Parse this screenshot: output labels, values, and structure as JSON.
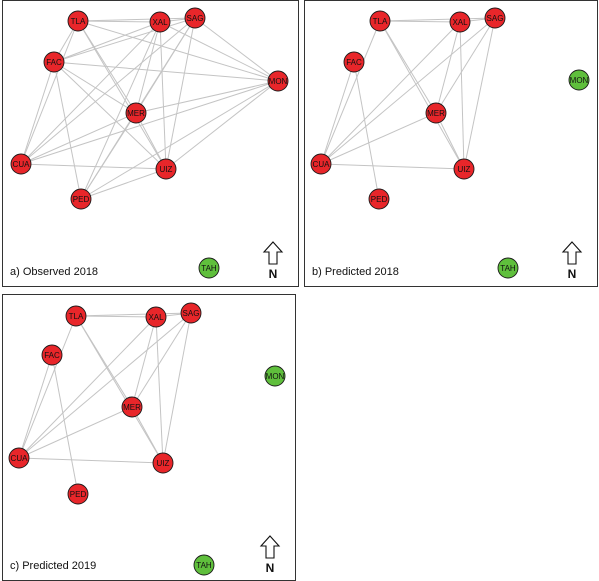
{
  "panels": [
    {
      "key": "a",
      "caption": "a) Observed 2018",
      "north_label": "N",
      "nodes": [
        {
          "id": "TLA",
          "status": "red"
        },
        {
          "id": "XAL",
          "status": "red"
        },
        {
          "id": "SAG",
          "status": "red"
        },
        {
          "id": "FAC",
          "status": "red"
        },
        {
          "id": "MON",
          "status": "red"
        },
        {
          "id": "MER",
          "status": "red"
        },
        {
          "id": "CUA",
          "status": "red"
        },
        {
          "id": "UIZ",
          "status": "red"
        },
        {
          "id": "PED",
          "status": "red"
        },
        {
          "id": "TAH",
          "status": "green"
        }
      ],
      "edges": [
        [
          "TLA",
          "XAL"
        ],
        [
          "TLA",
          "SAG"
        ],
        [
          "TLA",
          "FAC"
        ],
        [
          "TLA",
          "MER"
        ],
        [
          "TLA",
          "MON"
        ],
        [
          "TLA",
          "UIZ"
        ],
        [
          "TLA",
          "CUA"
        ],
        [
          "XAL",
          "SAG"
        ],
        [
          "XAL",
          "FAC"
        ],
        [
          "XAL",
          "MER"
        ],
        [
          "XAL",
          "MON"
        ],
        [
          "XAL",
          "UIZ"
        ],
        [
          "XAL",
          "CUA"
        ],
        [
          "XAL",
          "PED"
        ],
        [
          "SAG",
          "FAC"
        ],
        [
          "SAG",
          "MER"
        ],
        [
          "SAG",
          "MON"
        ],
        [
          "SAG",
          "UIZ"
        ],
        [
          "SAG",
          "CUA"
        ],
        [
          "SAG",
          "PED"
        ],
        [
          "FAC",
          "MER"
        ],
        [
          "FAC",
          "MON"
        ],
        [
          "FAC",
          "CUA"
        ],
        [
          "FAC",
          "UIZ"
        ],
        [
          "FAC",
          "PED"
        ],
        [
          "MER",
          "MON"
        ],
        [
          "MER",
          "CUA"
        ],
        [
          "MER",
          "UIZ"
        ],
        [
          "MER",
          "PED"
        ],
        [
          "MON",
          "CUA"
        ],
        [
          "MON",
          "UIZ"
        ],
        [
          "MON",
          "PED"
        ],
        [
          "CUA",
          "UIZ"
        ],
        [
          "UIZ",
          "PED"
        ]
      ]
    },
    {
      "key": "b",
      "caption": "b) Predicted 2018",
      "north_label": "N",
      "nodes": [
        {
          "id": "TLA",
          "status": "red"
        },
        {
          "id": "XAL",
          "status": "red"
        },
        {
          "id": "SAG",
          "status": "red"
        },
        {
          "id": "FAC",
          "status": "red"
        },
        {
          "id": "MON",
          "status": "green"
        },
        {
          "id": "MER",
          "status": "red"
        },
        {
          "id": "CUA",
          "status": "red"
        },
        {
          "id": "UIZ",
          "status": "red"
        },
        {
          "id": "PED",
          "status": "red"
        },
        {
          "id": "TAH",
          "status": "green"
        }
      ],
      "edges": [
        [
          "TLA",
          "XAL"
        ],
        [
          "TLA",
          "SAG"
        ],
        [
          "TLA",
          "MER"
        ],
        [
          "TLA",
          "UIZ"
        ],
        [
          "TLA",
          "CUA"
        ],
        [
          "XAL",
          "SAG"
        ],
        [
          "XAL",
          "MER"
        ],
        [
          "XAL",
          "UIZ"
        ],
        [
          "XAL",
          "CUA"
        ],
        [
          "SAG",
          "MER"
        ],
        [
          "SAG",
          "UIZ"
        ],
        [
          "SAG",
          "CUA"
        ],
        [
          "FAC",
          "CUA"
        ],
        [
          "FAC",
          "PED"
        ],
        [
          "MER",
          "CUA"
        ],
        [
          "MER",
          "UIZ"
        ],
        [
          "CUA",
          "UIZ"
        ]
      ]
    },
    {
      "key": "c",
      "caption": "c) Predicted 2019",
      "north_label": "N",
      "nodes": [
        {
          "id": "TLA",
          "status": "red"
        },
        {
          "id": "XAL",
          "status": "red"
        },
        {
          "id": "SAG",
          "status": "red"
        },
        {
          "id": "FAC",
          "status": "red"
        },
        {
          "id": "MON",
          "status": "green"
        },
        {
          "id": "MER",
          "status": "red"
        },
        {
          "id": "CUA",
          "status": "red"
        },
        {
          "id": "UIZ",
          "status": "red"
        },
        {
          "id": "PED",
          "status": "red"
        },
        {
          "id": "TAH",
          "status": "green"
        }
      ],
      "edges": [
        [
          "TLA",
          "XAL"
        ],
        [
          "TLA",
          "SAG"
        ],
        [
          "TLA",
          "MER"
        ],
        [
          "TLA",
          "UIZ"
        ],
        [
          "TLA",
          "CUA"
        ],
        [
          "XAL",
          "SAG"
        ],
        [
          "XAL",
          "MER"
        ],
        [
          "XAL",
          "UIZ"
        ],
        [
          "XAL",
          "CUA"
        ],
        [
          "SAG",
          "MER"
        ],
        [
          "SAG",
          "UIZ"
        ],
        [
          "SAG",
          "CUA"
        ],
        [
          "FAC",
          "CUA"
        ],
        [
          "FAC",
          "PED"
        ],
        [
          "MER",
          "CUA"
        ],
        [
          "MER",
          "UIZ"
        ],
        [
          "CUA",
          "UIZ"
        ]
      ]
    }
  ],
  "colors": {
    "red": "#e8262a",
    "green": "#5fbf3c",
    "edge": "#c4c4c4",
    "frame": "#333333",
    "outline": "#1a1a1a"
  }
}
